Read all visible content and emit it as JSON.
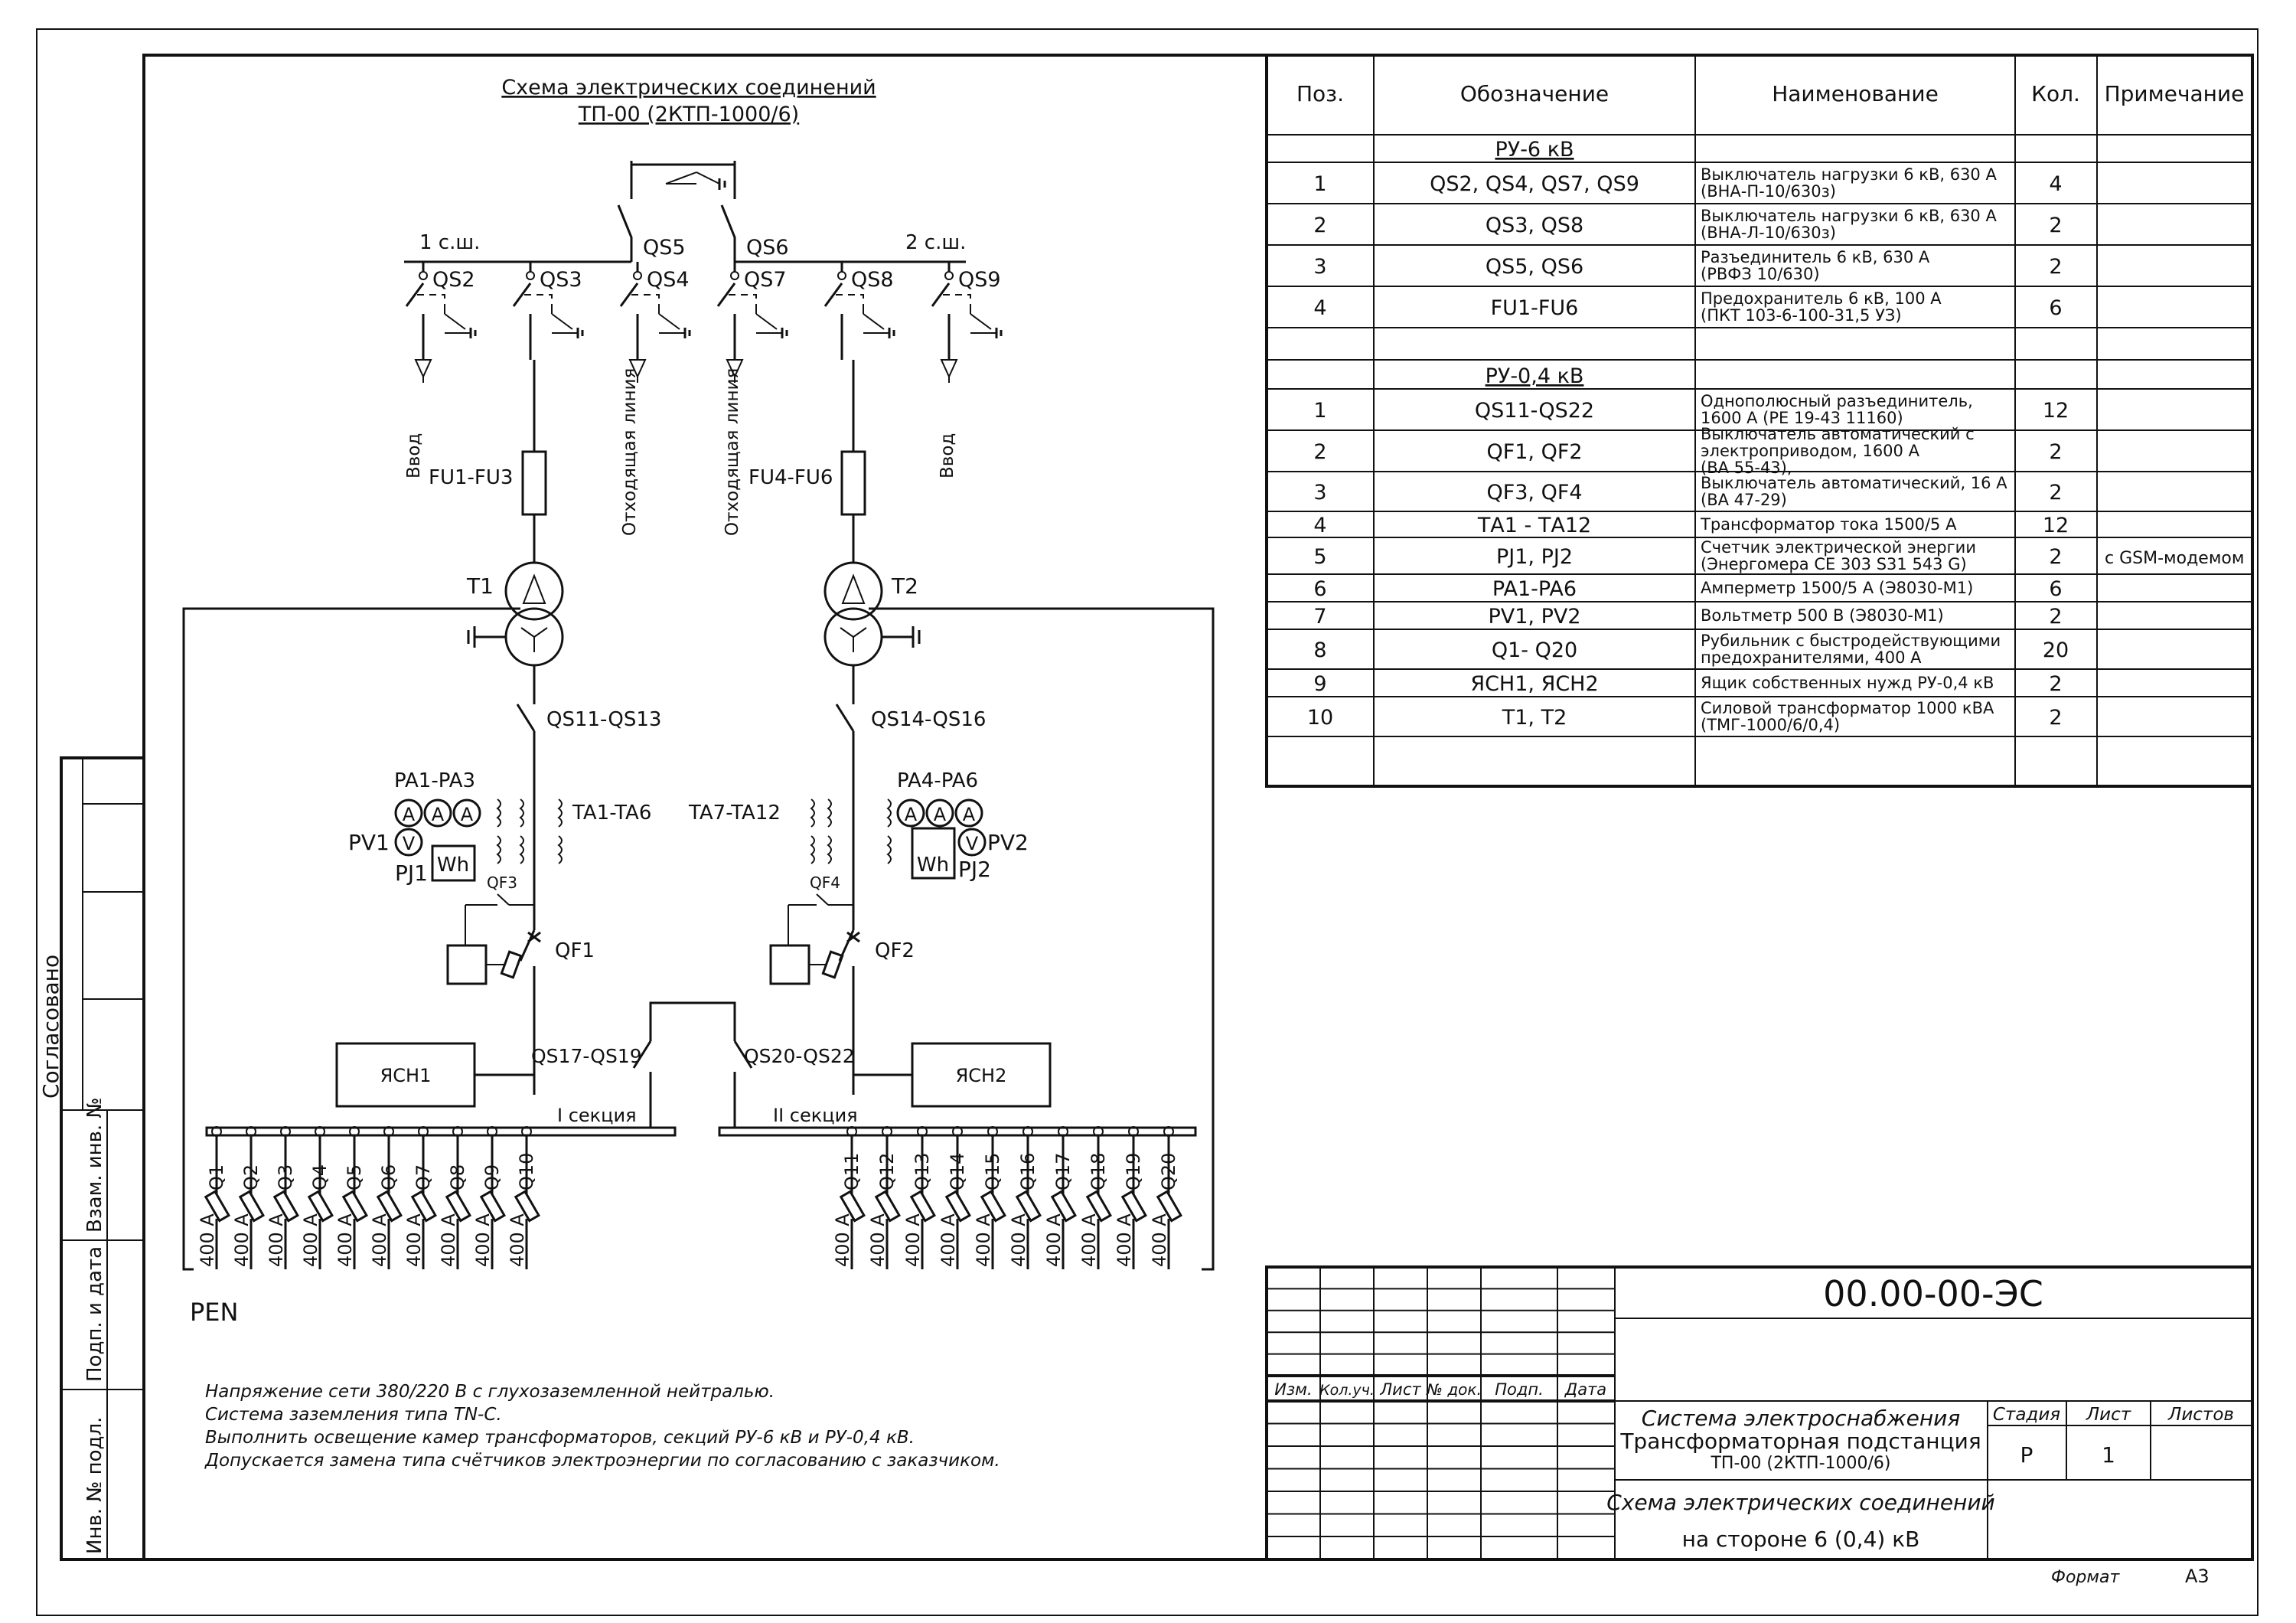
{
  "colors": {
    "ink": "#111111",
    "paper": "#ffffff"
  },
  "drawing": {
    "title_line1": "Схема электрических соединений",
    "title_line2": "ТП-00 (2КТП-1000/6)"
  },
  "hv": {
    "bus1_label": "1 с.ш.",
    "bus2_label": "2 с.ш.",
    "switches": [
      {
        "id": "qs2",
        "label": "QS2"
      },
      {
        "id": "qs3",
        "label": "QS3"
      },
      {
        "id": "qs4",
        "label": "QS4"
      },
      {
        "id": "qs5",
        "label": "QS5"
      },
      {
        "id": "qs6",
        "label": "QS6"
      },
      {
        "id": "qs7",
        "label": "QS7"
      },
      {
        "id": "qs8",
        "label": "QS8"
      },
      {
        "id": "qs9",
        "label": "QS9"
      }
    ],
    "feeder_labels": [
      "Ввод",
      "Отходящая линия",
      "Отходящая линия",
      "Ввод"
    ],
    "fuse_left": "FU1-FU3",
    "fuse_right": "FU4-FU6"
  },
  "transformers": {
    "left": "T1",
    "right": "T2"
  },
  "lv": {
    "qs_left": "QS11-QS13",
    "qs_right": "QS14-QS16",
    "ammeters_left": "PA1-PA3",
    "ammeters_right": "PA4-PA6",
    "ct_left": "TA1-TA6",
    "ct_right": "TA7-TA12",
    "volt_left": "PV1",
    "volt_right": "PV2",
    "meter_left": "PJ1",
    "meter_right": "PJ2",
    "meter_symbol": "Wh",
    "ammeter_symbol": "A",
    "volt_symbol": "V",
    "qf_small_left": "QF3",
    "qf_small_right": "QF4",
    "qf_left": "QF1",
    "qf_right": "QF2",
    "yasn_left": "ЯСН1",
    "yasn_right": "ЯСН2",
    "sect_switch_left": "QS17-QS19",
    "sect_switch_right": "QS20-QS22",
    "section1": "I секция",
    "section2": "II секция",
    "pen": "PEN",
    "feeder_rating": "400 А",
    "feeders_left": [
      "Q1",
      "Q2",
      "Q3",
      "Q4",
      "Q5",
      "Q6",
      "Q7",
      "Q8",
      "Q9",
      "Q10"
    ],
    "feeders_right": [
      "Q11",
      "Q12",
      "Q13",
      "Q14",
      "Q15",
      "Q16",
      "Q17",
      "Q18",
      "Q19",
      "Q20"
    ]
  },
  "notes": [
    "Напряжение сети 380/220 В с глухозаземленной нейтралью.",
    "Система заземления типа TN-C.",
    "Выполнить освещение камер трансформаторов, секций РУ-6 кВ и РУ-0,4 кВ.",
    "Допускается замена типа счётчиков электроэнергии по согласованию с заказчиком."
  ],
  "spec": {
    "headers": [
      "Поз.",
      "Обозначение",
      "Наименование",
      "Кол.",
      "Примечание"
    ],
    "section1_title": "РУ-6 кВ",
    "section2_title": "РУ-0,4 кВ",
    "rows1": [
      {
        "pos": "1",
        "code": "QS2, QS4, QS7, QS9",
        "name1": "Выключатель нагрузки 6 кВ, 630 А",
        "name2": "(ВНА-П-10/630з)",
        "qty": "4",
        "note": ""
      },
      {
        "pos": "2",
        "code": "QS3, QS8",
        "name1": "Выключатель нагрузки 6 кВ, 630 А",
        "name2": "(ВНА-Л-10/630з)",
        "qty": "2",
        "note": ""
      },
      {
        "pos": "3",
        "code": "QS5, QS6",
        "name1": "Разъединитель 6 кВ, 630 А",
        "name2": "(РВФЗ 10/630)",
        "qty": "2",
        "note": ""
      },
      {
        "pos": "4",
        "code": "FU1-FU6",
        "name1": "Предохранитель 6 кВ, 100 А",
        "name2": "(ПКТ 103-6-100-31,5 УЗ)",
        "qty": "6",
        "note": ""
      }
    ],
    "rows2": [
      {
        "pos": "1",
        "code": "QS11-QS22",
        "name1": "Однополюсный разъединитель,",
        "name2": "1600 А (РЕ 19-43 11160)",
        "name3": "",
        "qty": "12",
        "note": ""
      },
      {
        "pos": "2",
        "code": "QF1, QF2",
        "name1": "Выключатель автоматический с",
        "name2": "электроприводом, 1600 А",
        "name3": "(ВА 55-43),",
        "qty": "2",
        "note": ""
      },
      {
        "pos": "3",
        "code": "QF3, QF4",
        "name1": "Выключатель автоматический, 16 А",
        "name2": "(ВА 47-29)",
        "name3": "",
        "qty": "2",
        "note": ""
      },
      {
        "pos": "4",
        "code": "ТА1 - ТА12",
        "name1": "Трансформатор тока 1500/5 А",
        "name2": "",
        "name3": "",
        "qty": "12",
        "note": ""
      },
      {
        "pos": "5",
        "code": "PJ1, PJ2",
        "name1": "Счетчик электрической энергии",
        "name2": "(Энергомера CE 303 S31 543 G)",
        "name3": "",
        "qty": "2",
        "note": "с GSM-модемом"
      },
      {
        "pos": "6",
        "code": "PA1-PA6",
        "name1": "Амперметр 1500/5 А (Э8030-М1)",
        "name2": "",
        "name3": "",
        "qty": "6",
        "note": ""
      },
      {
        "pos": "7",
        "code": "PV1, PV2",
        "name1": "Вольтметр 500 В (Э8030-М1)",
        "name2": "",
        "name3": "",
        "qty": "2",
        "note": ""
      },
      {
        "pos": "8",
        "code": "Q1- Q20",
        "name1": "Рубильник с быстродействующими",
        "name2": "предохранителями, 400 А",
        "name3": "",
        "qty": "20",
        "note": ""
      },
      {
        "pos": "9",
        "code": "ЯСН1, ЯСН2",
        "name1": "Ящик собственных нужд РУ-0,4 кВ",
        "name2": "",
        "name3": "",
        "qty": "2",
        "note": ""
      },
      {
        "pos": "10",
        "code": "Т1, Т2",
        "name1": "Силовой трансформатор 1000 кВА",
        "name2": "(ТМГ-1000/6/0,4)",
        "name3": "",
        "qty": "2",
        "note": ""
      }
    ]
  },
  "side": {
    "soglasovano": "Согласовано",
    "vzam": "Взам. инв. №",
    "podp": "Подп. и дата",
    "inv": "Инв. № подл."
  },
  "titleblock": {
    "code": "00.00-00-ЭС",
    "rev_headers": [
      "Изм.",
      "Кол.уч.",
      "Лист",
      "№ док.",
      "Подп.",
      "Дата"
    ],
    "system1": "Система электроснабжения",
    "system2": "Трансформаторная подстанция",
    "system3": "ТП-00 (2КТП-1000/6)",
    "stage_h": "Стадия",
    "sheet_h": "Лист",
    "sheets_h": "Листов",
    "stage": "Р",
    "sheet": "1",
    "sheets": "",
    "doc1": "Схема электрических соединений",
    "doc2": "на стороне 6 (0,4) кВ",
    "format_label": "Формат",
    "format": "А3"
  }
}
